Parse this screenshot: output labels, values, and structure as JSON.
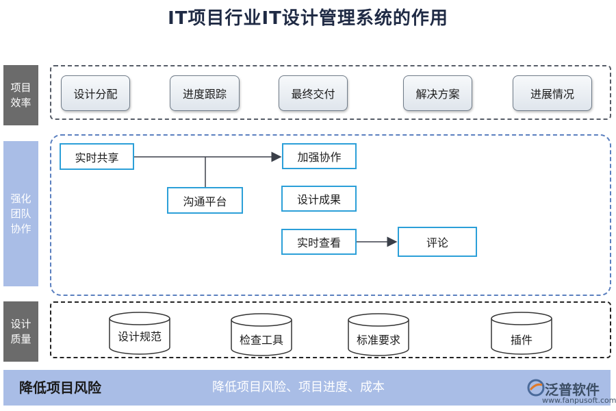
{
  "title": "IT项目行业IT设计管理系统的作用",
  "sections": [
    {
      "label": "项目效率",
      "color": "#6b6b6b"
    },
    {
      "label": "强化团队协作",
      "color": "#a9bde6"
    },
    {
      "label": "设计质量",
      "color": "#6b6b6b"
    }
  ],
  "efficiency_items": [
    "设计分配",
    "进度跟踪",
    "最终交付",
    "解决方案",
    "进展情况"
  ],
  "collaboration": {
    "realtime_share": "实时共享",
    "comm_platform": "沟通平台",
    "strengthen": "加强协作",
    "design_result": "设计成果",
    "realtime_view": "实时查看",
    "comment": "评论"
  },
  "quality_items": [
    "设计规范",
    "检查工具",
    "标准要求",
    "插件"
  ],
  "bottom": {
    "left": "降低项目风险",
    "middle": "降低项目风险、项目进度、成本"
  },
  "logo": {
    "name": "泛普软件",
    "url": "www.fanpusoft.com"
  }
}
